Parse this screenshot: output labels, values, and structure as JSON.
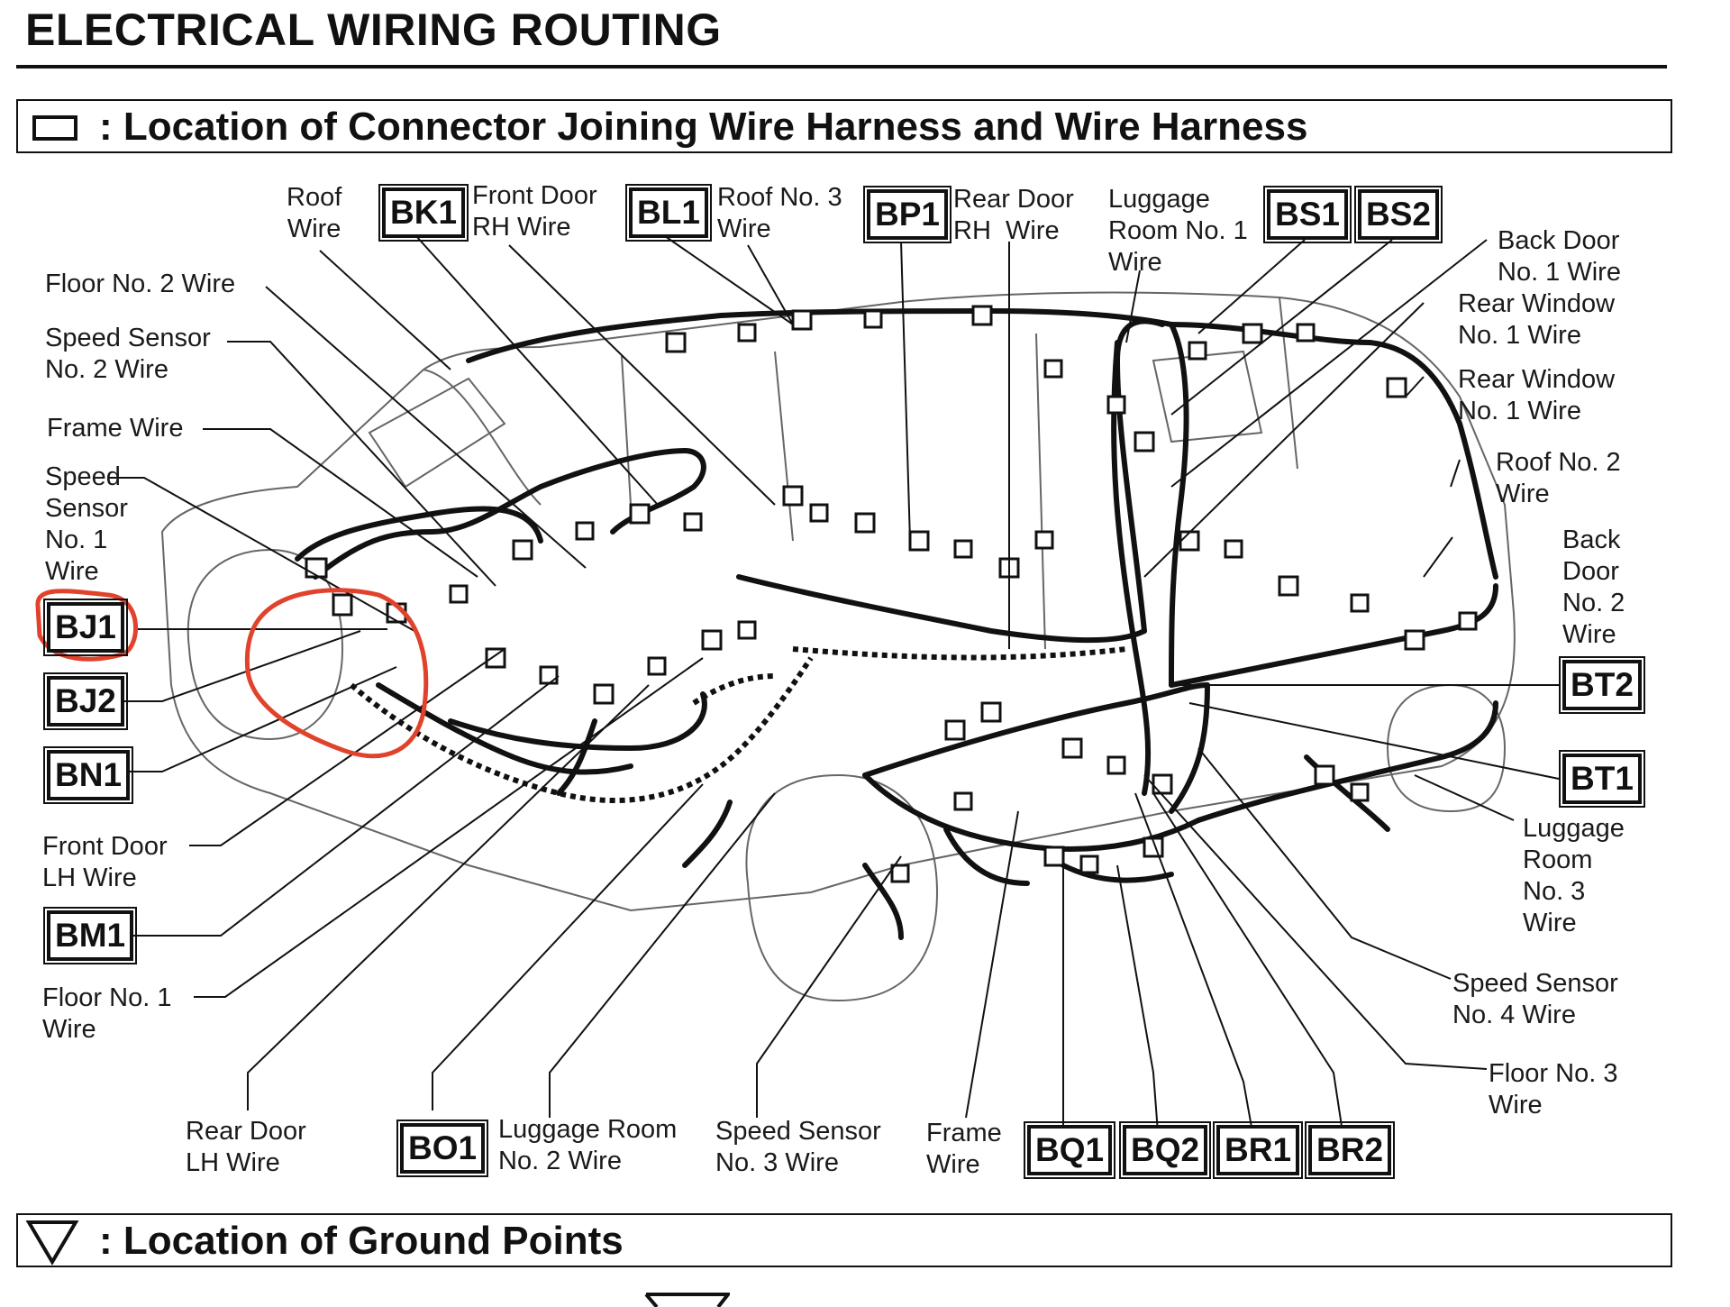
{
  "page_title": "ELECTRICAL WIRING ROUTING",
  "section_connector": {
    "icon": "rectangle-outline-icon",
    "label": ": Location of Connector Joining Wire Harness and Wire Harness"
  },
  "section_ground": {
    "icon": "triangle-down-outline-icon",
    "label": ": Location of Ground Points"
  },
  "labels": {
    "roof_wire": "Roof\nWire",
    "front_door_rh_wire": "Front Door\nRH Wire",
    "roof_no3_wire": "Roof No. 3\nWire",
    "rear_door_rh_wire": "Rear Door\nRH  Wire",
    "luggage_room_no1_wire": "Luggage\nRoom No. 1\nWire",
    "back_door_no1_wire": "Back Door\nNo. 1 Wire",
    "rear_window_no1_wire_a": "Rear Window\nNo. 1 Wire",
    "rear_window_no1_wire_b": "Rear Window\nNo. 1 Wire",
    "roof_no2_wire": "Roof No. 2\nWire",
    "back_door_no2_wire": "Back\nDoor\nNo. 2\nWire",
    "luggage_room_no3_wire": "Luggage\nRoom\nNo. 3\nWire",
    "speed_sensor_no4_wire": "Speed Sensor\nNo. 4 Wire",
    "floor_no3_wire": "Floor No. 3\nWire",
    "frame_wire_bottom": "Frame\nWire",
    "speed_sensor_no3_wire": "Speed Sensor\nNo. 3 Wire",
    "luggage_room_no2_wire": "Luggage Room\nNo. 2 Wire",
    "rear_door_lh_wire": "Rear Door\nLH Wire",
    "floor_no1_wire": "Floor No. 1\nWire",
    "front_door_lh_wire": "Front Door\nLH Wire",
    "floor_no2_wire": "Floor No. 2 Wire",
    "speed_sensor_no2_wire": "Speed Sensor\nNo. 2 Wire",
    "frame_wire_left": "Frame Wire",
    "speed_sensor_no1_wire": "Speed\nSensor\nNo. 1\nWire"
  },
  "connectors": {
    "BK1": "BK1",
    "BL1": "BL1",
    "BP1": "BP1",
    "BS1": "BS1",
    "BS2": "BS2",
    "BJ1": "BJ1",
    "BJ2": "BJ2",
    "BN1": "BN1",
    "BM1": "BM1",
    "BT2": "BT2",
    "BT1": "BT1",
    "BO1": "BO1",
    "BQ1": "BQ1",
    "BQ2": "BQ2",
    "BR1": "BR1",
    "BR2": "BR2"
  },
  "annotation_color": "#e0422c",
  "ink_color": "#111111"
}
